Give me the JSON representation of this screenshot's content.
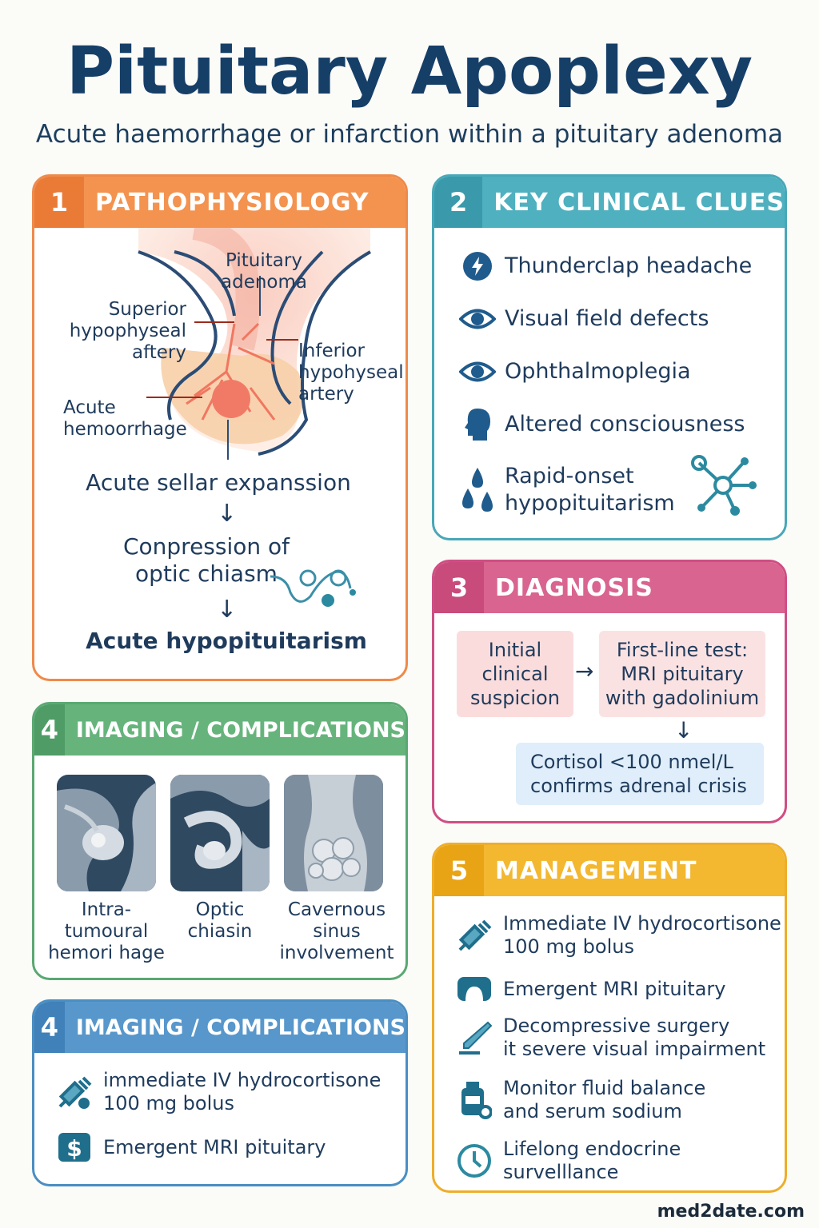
{
  "title": "Pituitary Apoplexy",
  "subtitle": "Acute haemorrhage or infarction within a pituitary adenoma",
  "colors": {
    "navy": "#163f68",
    "orange": "#f3934f",
    "teal": "#4fb0bf",
    "pink": "#d9648f",
    "green": "#66b47c",
    "blue": "#5797cb",
    "yellow": "#f3b730"
  },
  "pathophysiology": {
    "number": "1",
    "title": "PATHOPHYSIOLOGY",
    "labels": {
      "adenoma": [
        "Pituitary",
        "adenoma"
      ],
      "superior": [
        "Superior",
        "hypophyseal",
        "aftery"
      ],
      "inferior": [
        "Inferior",
        "hypohyseal",
        "artery"
      ],
      "hemorrhage": [
        "Acute",
        "hemoorrhage"
      ]
    },
    "flow": [
      "Acute sellar expanssion",
      "Conpression of",
      "optic chiasm",
      "Acute hypopituitarism"
    ],
    "arrow": "↓"
  },
  "clinical_clues": {
    "number": "2",
    "title": "KEY CLINICAL CLUES",
    "items": [
      {
        "icon": "lightning-icon",
        "text": "Thunderclap headache"
      },
      {
        "icon": "eye-icon",
        "text": "Visual field defects"
      },
      {
        "icon": "eye-icon",
        "text": "Ophthalmoplegia"
      },
      {
        "icon": "head-icon",
        "text": "Altered consciousness"
      },
      {
        "icon": "droplets-icon",
        "text": "Rapid-onset",
        "text2": "hypopituitarism"
      }
    ]
  },
  "diagnosis": {
    "number": "3",
    "title": "DIAGNOSIS",
    "box1": [
      "Initial",
      "clinical",
      "suspicion"
    ],
    "box2": [
      "First-line test:",
      "MRI pituitary",
      "with gadolinium"
    ],
    "box3": [
      "Cortisol <100 nmel/L",
      "confirms adrenal crisis"
    ],
    "arrow_right": "→",
    "arrow_down": "↓"
  },
  "imaging": {
    "number": "4",
    "title": "IMAGING / COMPLICATIONS",
    "captions": [
      [
        "Intra-",
        "tumoural",
        "hemori hage"
      ],
      [
        "Optic",
        "chiasin"
      ],
      [
        "Cavernous",
        "sinus",
        "involvement"
      ]
    ]
  },
  "imaging2": {
    "number": "4",
    "title": "IMAGING / COMPLICATIONS",
    "items": [
      {
        "icon": "syringe-icon",
        "text": "immediate IV hydrocortisone",
        "text2": "100 mg bolus"
      },
      {
        "icon": "dollar-icon",
        "text": "Emergent MRI pituitary"
      }
    ]
  },
  "management": {
    "number": "5",
    "title": "MANAGEMENT",
    "items": [
      {
        "icon": "syringe-icon",
        "text": "Immediate IV hydrocortisone",
        "text2": "100 mg bolus"
      },
      {
        "icon": "mri-icon",
        "text": "Emergent MRI pituitary"
      },
      {
        "icon": "scalpel-icon",
        "text": "Decompressive surgery",
        "text2": "it severe visual impairment"
      },
      {
        "icon": "bottle-icon",
        "text": "Monitor fluid balance",
        "text2": "and serum sodium"
      },
      {
        "icon": "clock-icon",
        "text": "Lifelong endocrine",
        "text2": "survelllance"
      }
    ]
  },
  "footer": "med2date.com"
}
